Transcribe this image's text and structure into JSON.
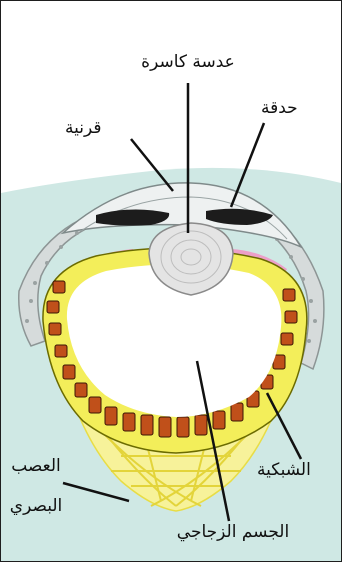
{
  "diagram": {
    "labels": {
      "lens": "عدسة كاسرة",
      "pupil": "حدقة",
      "cornea": "قرنية",
      "retina": "الشبكية",
      "optic_nerve_line1": "العصب",
      "optic_nerve_line2": "البصري",
      "vitreous": "الجسم الزجاجي"
    },
    "colors": {
      "background_water": "#cfe8e4",
      "outer_layer": "#dfe3e3",
      "iris": "#1c1c1c",
      "ciliary": "#ec9fc8",
      "retina_rods": "#c0501a",
      "retina_yellow": "#f3ee5a",
      "nerve_fibers": "#f0ea70",
      "lens": "#e4e4e4",
      "vitreous": "#ffffff"
    }
  }
}
